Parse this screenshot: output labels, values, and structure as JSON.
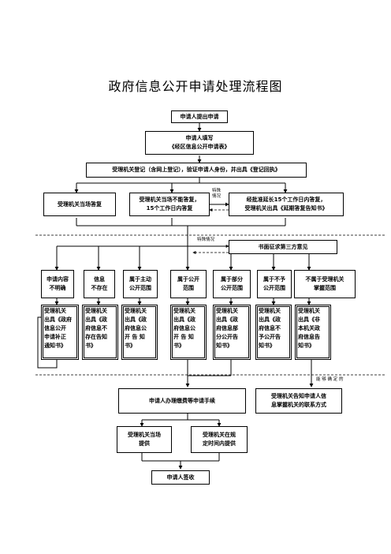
{
  "title": "政府信息公开申请处理流程图",
  "nodes": {
    "apply": "申请人提出申请",
    "fill_form": "申请人填写\n《经区信息公开申请表》",
    "register": "受理机关登记（含网上登记），验证申请人身份，并出具《登记回执》",
    "answer_now": "受理机关当场答复",
    "answer_15": "受理机关当场不能答复，\n15个工作日内答复",
    "extend_15": "经批准延长15个工作日内答复，\n受理机关出具《延期答复告知书》",
    "third_party": "书面征求第三方意见",
    "cat_unclear": "申请内容\n不明确",
    "cat_not_exist": "信息\n不存在",
    "cat_active": "属于主动\n公开范围",
    "cat_public": "属于公开\n范围",
    "cat_partial": "属于部分\n公开范围",
    "cat_not_public": "属于不予\n公开范围",
    "cat_not_scope": "不属于受理机关\n掌握范围",
    "out_unclear": "受理机关\n出具《政府\n信息公开\n申请补正\n通知书》",
    "out_not_exist": "受理机关\n出具《政\n府信息不\n存在告知\n书》",
    "out_active": "受理机关\n出具《政\n府信息公\n开 告 知\n书》",
    "out_public": "受理机关\n出具《政\n府信息公\n开 告 知\n书》",
    "out_partial": "受理机关\n出具《政\n府信息部\n分公开告\n知书》",
    "out_not_public": "受理机关\n出具《政\n府信息不\n予公开告\n知书》",
    "out_not_scope": "受理机关\n出具《非\n本机关政\n府信息告\n知书》",
    "fees": "申请人办理缴费等申请手续",
    "contact": "受理机关告知申请人信\n息掌握机关的联系方式",
    "provide_now": "受理机关当场\n提供",
    "provide_later": "受理机关在规\n定时间内提供",
    "sign": "申请人签收"
  },
  "notes": {
    "special1": "特殊\n情况",
    "special2": "特殊情况",
    "can_determine": "能 够 确 定 的"
  }
}
